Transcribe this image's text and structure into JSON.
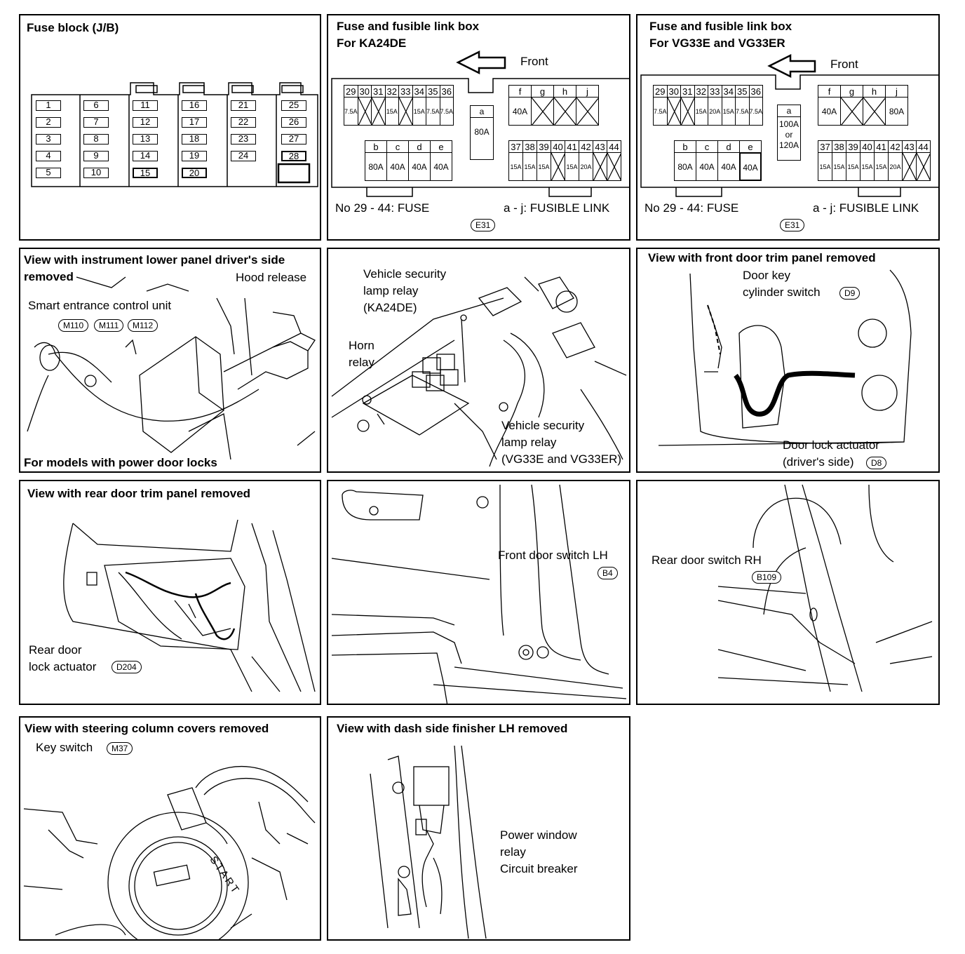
{
  "p1": {
    "title": "Fuse block (J/B)",
    "fuses": [
      "1",
      "2",
      "3",
      "4",
      "5",
      "6",
      "7",
      "8",
      "9",
      "10",
      "11",
      "12",
      "13",
      "14",
      "15",
      "16",
      "17",
      "18",
      "19",
      "20",
      "21",
      "22",
      "23",
      "24",
      "25",
      "26",
      "27",
      "28"
    ]
  },
  "p2": {
    "title1": "Fuse and fusible link box",
    "title2": "For KA24DE",
    "front": "Front",
    "top_nums": [
      "29",
      "30",
      "31",
      "32",
      "33",
      "34",
      "35",
      "36"
    ],
    "top_vals": [
      "7.5A",
      "",
      "",
      "15A",
      "",
      "15A",
      "7.5A",
      "7.5A"
    ],
    "link_hdr": [
      "f",
      "g",
      "h",
      "j"
    ],
    "link_vals": [
      "40A",
      "",
      "",
      ""
    ],
    "a_hdr": "a",
    "a_val": "80A",
    "bot_hdr": [
      "b",
      "c",
      "d",
      "e"
    ],
    "bot_vals": [
      "80A",
      "40A",
      "40A",
      "40A"
    ],
    "r_nums": [
      "37",
      "38",
      "39",
      "40",
      "41",
      "42",
      "43",
      "44"
    ],
    "r_vals": [
      "15A",
      "15A",
      "15A",
      "",
      "15A",
      "20A",
      "",
      ""
    ],
    "legend_fuse": "No 29 - 44:  FUSE",
    "legend_link": "a - j:  FUSIBLE LINK",
    "connector": "E31"
  },
  "p3": {
    "title1": "Fuse and fusible link box",
    "title2": "For VG33E and VG33ER",
    "front": "Front",
    "top_nums": [
      "29",
      "30",
      "31",
      "32",
      "33",
      "34",
      "35",
      "36"
    ],
    "top_vals": [
      "7.5A",
      "",
      "",
      "15A",
      "20A",
      "15A",
      "7.5A",
      "7.5A"
    ],
    "link_hdr": [
      "f",
      "g",
      "h",
      "j"
    ],
    "link_vals": [
      "40A",
      "",
      "",
      "80A"
    ],
    "a_hdr": "a",
    "a_val1": "100A",
    "a_val2": "or",
    "a_val3": "120A",
    "bot_hdr": [
      "b",
      "c",
      "d",
      "e"
    ],
    "bot_vals": [
      "80A",
      "40A",
      "40A",
      "40A"
    ],
    "r_nums": [
      "37",
      "38",
      "39",
      "40",
      "41",
      "42",
      "43",
      "44"
    ],
    "r_vals": [
      "15A",
      "15A",
      "15A",
      "15A",
      "15A",
      "20A",
      "",
      ""
    ],
    "legend_fuse": "No 29 - 44:  FUSE",
    "legend_link": "a - j:  FUSIBLE LINK",
    "connector": "E31"
  },
  "p4": {
    "title1": "View with instrument lower panel driver's side",
    "title2": "removed",
    "hood": "Hood release",
    "unit": "Smart entrance control unit",
    "c1": "M110",
    "c2": "M111",
    "c3": "M112",
    "footer": "For models with power door locks"
  },
  "p5": {
    "vs1": "Vehicle security",
    "vs2": "lamp relay",
    "vs3": "(KA24DE)",
    "horn1": "Horn",
    "horn2": "relay",
    "vs4": "Vehicle security",
    "vs5": "lamp relay",
    "vs6": "(VG33E and VG33ER)"
  },
  "p6": {
    "title": "View with front door trim panel removed",
    "dk1": "Door key",
    "dk2": "cylinder switch",
    "c_d9": "D9",
    "dl1": "Door lock actuator",
    "dl2": "(driver's side)",
    "c_d8": "D8"
  },
  "p7": {
    "title": "View with rear door trim panel removed",
    "l1": "Rear door",
    "l2": "lock actuator",
    "conn": "D204"
  },
  "p8": {
    "label": "Front door switch LH",
    "conn": "B4"
  },
  "p9": {
    "label": "Rear door switch RH",
    "conn": "B109"
  },
  "p10": {
    "title": "View with steering column covers removed",
    "label": "Key switch",
    "conn": "M37",
    "start": "START"
  },
  "p11": {
    "title": "View with dash side finisher LH removed",
    "l1": "Power window",
    "l2": "relay",
    "l3": "Circuit breaker"
  }
}
